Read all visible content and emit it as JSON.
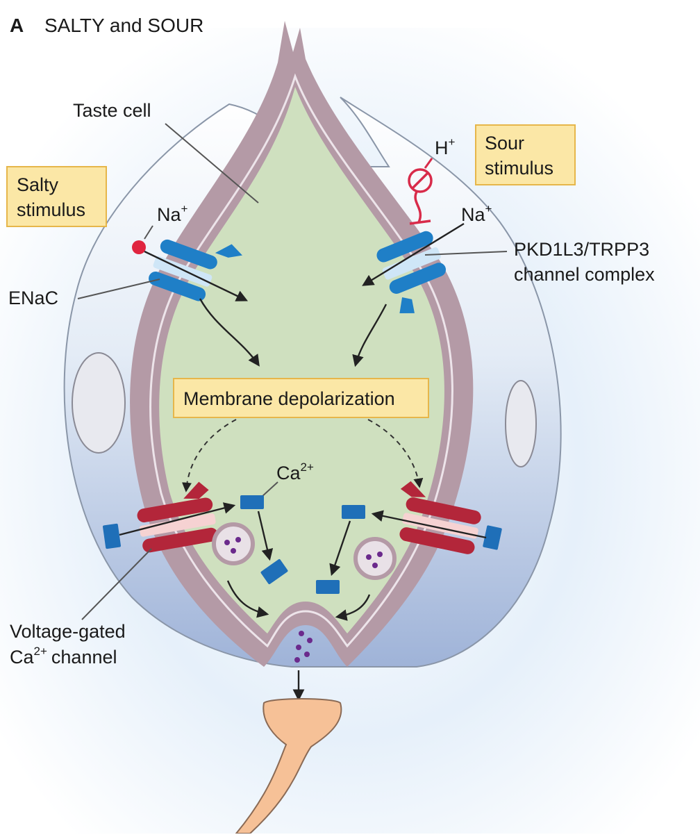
{
  "figure": {
    "panel_letter": "A",
    "panel_title": "SALTY and SOUR"
  },
  "labels": {
    "taste_cell": "Taste cell",
    "salty_stimulus_line1": "Salty",
    "salty_stimulus_line2": "stimulus",
    "sour_stimulus_line1": "Sour",
    "sour_stimulus_line2": "stimulus",
    "na_left": "Na",
    "na_right": "Na",
    "plus": "+",
    "h_ion": "H",
    "enac": "ENaC",
    "pkd_line1": "PKD1L3/TRPP3",
    "pkd_line2": "channel complex",
    "depolarization": "Membrane depolarization",
    "ca": "Ca",
    "ca_sup": "2+",
    "vgcc_line1": "Voltage-gated",
    "vgcc_line2_prefix": "Ca",
    "vgcc_line2_sup": "2+",
    "vgcc_line2_suffix": "channel"
  },
  "colors": {
    "cytoplasm": "#cfe0bf",
    "membrane": "#b49aa6",
    "enac_channel": "#1f7fc7",
    "calcium_channel": "#b3263a",
    "sodium_ion": "#e0243f",
    "calcium_ion": "#1f6fb8",
    "vesicle_dots": "#6b2a8c",
    "neuron": "#f6c197",
    "label_box": "#fbe7a6",
    "inhibitor": "#d82b4a"
  }
}
